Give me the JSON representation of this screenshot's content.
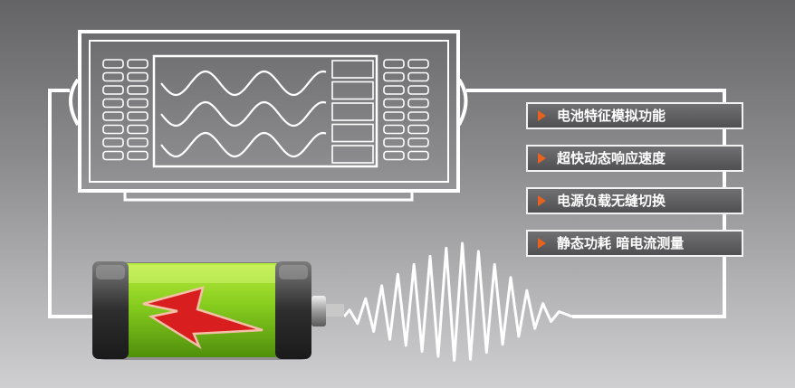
{
  "features": {
    "items": [
      {
        "label": "电池特征模拟功能"
      },
      {
        "label": "超快动态响应速度"
      },
      {
        "label": "电源负载无缝切换"
      },
      {
        "label": "静态功耗 暗电流测量"
      }
    ],
    "arrow_icon": "triangle-right-icon",
    "arrow_color": "#e8621f"
  },
  "colors": {
    "line": "#ffffff",
    "battery_green": "#7cc41c",
    "battery_cap": "#3a3a3a",
    "bolt_red": "#d81e1e"
  },
  "icons": {
    "battery": "battery-icon",
    "lightning": "lightning-bolt-icon",
    "instrument": "oscilloscope-instrument-icon"
  }
}
